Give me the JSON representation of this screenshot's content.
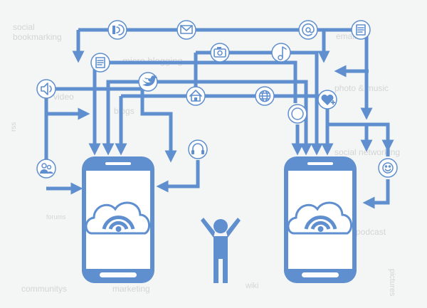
{
  "watermarks": {
    "social_bookmarking_1": "social",
    "social_bookmarking_2": "bookmarking",
    "micro_blogging": "micro blogging",
    "photo_music": "photo & music",
    "video": "video",
    "blogs": "blogs",
    "email": "email",
    "podcast": "podcast",
    "communitys": "communitys",
    "marketing": "marketing",
    "wiki": "wiki",
    "pictures": "pictures",
    "rss": "rss",
    "forums": "forums",
    "networking": "social networking"
  },
  "colors": {
    "accent": "#5f8fce",
    "background": "#f4f5f5",
    "watermark": "#d3d5d6"
  },
  "icons": [
    "podcast-icon",
    "email-icon",
    "at-sign-icon",
    "notepad-icon",
    "camera-icon",
    "music-note-icon",
    "notepad-icon",
    "speaker-icon",
    "twitter-bird-icon",
    "home-icon",
    "globe-icon",
    "heart-plus-icon",
    "stream-icon",
    "headphones-icon",
    "users-icon",
    "smiley-icon",
    "cloud-wifi-icon",
    "person-icon"
  ]
}
